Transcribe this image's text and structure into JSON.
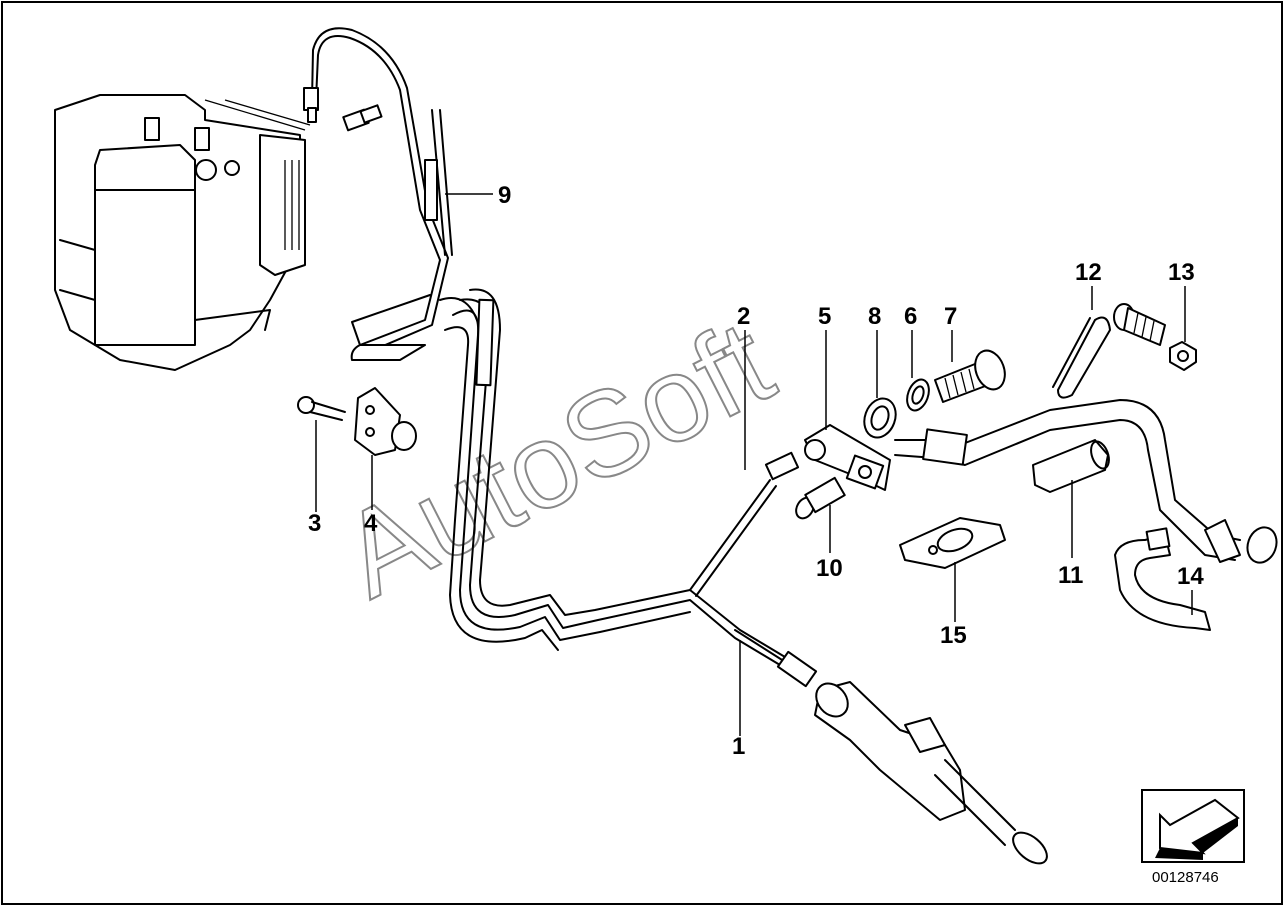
{
  "watermark": "AutoSoft",
  "document_number": "00128746",
  "callouts": [
    {
      "id": "1",
      "label": "1"
    },
    {
      "id": "2",
      "label": "2"
    },
    {
      "id": "3",
      "label": "3"
    },
    {
      "id": "4",
      "label": "4"
    },
    {
      "id": "5",
      "label": "5"
    },
    {
      "id": "6",
      "label": "6"
    },
    {
      "id": "7",
      "label": "7"
    },
    {
      "id": "8",
      "label": "8"
    },
    {
      "id": "9",
      "label": "9"
    },
    {
      "id": "10",
      "label": "10"
    },
    {
      "id": "11",
      "label": "11"
    },
    {
      "id": "12",
      "label": "12"
    },
    {
      "id": "13",
      "label": "13"
    },
    {
      "id": "14",
      "label": "14"
    },
    {
      "id": "15",
      "label": "15"
    }
  ],
  "icons": [
    "abs-unit-icon",
    "brake-line-icon",
    "bolt-icon",
    "clamp-icon",
    "bracket-icon",
    "washer-icon",
    "banjo-bolt-icon",
    "hose-icon",
    "cable-tie-icon",
    "nut-icon",
    "gasket-icon",
    "grommet-icon",
    "holder-strap-icon",
    "master-cylinder-icon",
    "navigation-arrow-icon"
  ]
}
